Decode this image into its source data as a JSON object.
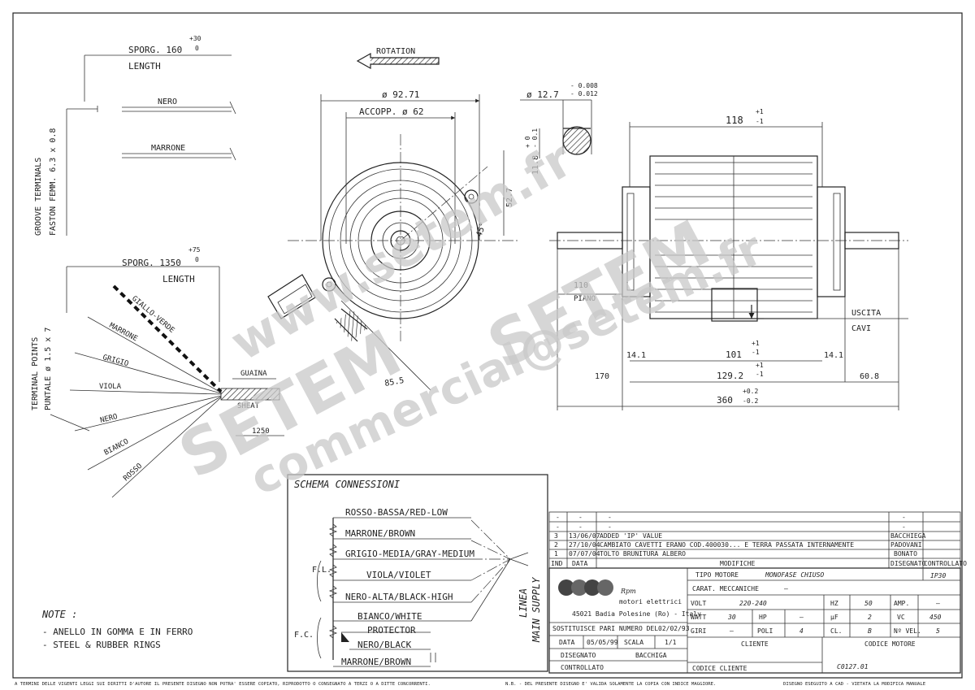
{
  "wire_group_top": {
    "sporg": "SPORG. 160",
    "tol_plus": "+30",
    "tol_minus": "0",
    "length": "LENGTH",
    "wires": [
      "NERO",
      "MARRONE"
    ],
    "groove": "GROOVE TERMINALS",
    "faston": "FASTON FEMM. 6.3 x 0.8"
  },
  "wire_group_main": {
    "sporg": "SPORG. 1350",
    "tol_plus": "+75",
    "tol_minus": "0",
    "length": "LENGTH",
    "terminal": "TERMINAL POINTS",
    "puntale": "PUNTALE ø 1.5 x 7",
    "wires": [
      "GIALLO-VERDE",
      "MARRONE",
      "GRIGIO",
      "VIOLA",
      "NERO",
      "BIANCO",
      "ROSSO"
    ],
    "guaina": "GUAINA",
    "sheat": "SHEAT",
    "len_1250": "1250"
  },
  "front_view": {
    "rotation": "ROTATION",
    "dia_9271": "ø 92.71",
    "accopp": "ACCOPP. ø 62",
    "dim_527": "52.7",
    "dim_45": "45°",
    "dim_855": "85.5"
  },
  "shaft_detail": {
    "dia": "ø 12.7",
    "tol_a": "- 0.008",
    "tol_b": "- 0.012",
    "flat": "11.8",
    "flat_tol_a": "+ 0",
    "flat_tol_b": "- 0.1"
  },
  "side_view": {
    "d118": "118",
    "d118_tol_a": "+1",
    "d118_tol_b": "-1",
    "d110": "110",
    "piano": "PIANO",
    "uscita": "USCITA",
    "cavi": "CAVI",
    "d101": "101",
    "d101_tol_a": "+1",
    "d101_tol_b": "-1",
    "d141_left": "14.1",
    "d141_right": "14.1",
    "d1292": "129.2",
    "d1292_tol_a": "+1",
    "d1292_tol_b": "-1",
    "d170": "170",
    "d608": "60.8",
    "d360": "360",
    "d360_tol_a": "+0.2",
    "d360_tol_b": "-0.2"
  },
  "schema": {
    "title": "SCHEMA CONNESSIONI",
    "wires": [
      "ROSSO-BASSA/RED-LOW",
      "MARRONE/BROWN",
      "GRIGIO-MEDIA/GRAY-MEDIUM",
      "VIOLA/VIOLET",
      "NERO-ALTA/BLACK-HIGH",
      "BIANCO/WHITE",
      "PROTECTOR",
      "NERO/BLACK",
      "MARRONE/BROWN"
    ],
    "fl": "F.L.",
    "fc": "F.C.",
    "linea": "LINEA",
    "main_supply": "MAIN SUPPLY"
  },
  "note": {
    "title": "NOTE :",
    "lines": [
      "- ANELLO IN GOMMA E IN FERRO",
      "- STEEL & RUBBER RINGS"
    ]
  },
  "revisions": {
    "rows": [
      {
        "ind": "-",
        "date": "-",
        "desc": "-",
        "drawn": "-",
        "checked": ""
      },
      {
        "ind": "-",
        "date": "-",
        "desc": "-",
        "drawn": "-",
        "checked": ""
      },
      {
        "ind": "3",
        "date": "13/06/07",
        "desc": "ADDED 'IP' VALUE",
        "drawn": "BACCHIEGA",
        "checked": ""
      },
      {
        "ind": "2",
        "date": "27/10/04",
        "desc": "CAMBIATO CAVETTI ERANO COD.400030... E TERRA PASSATA INTERNAMENTE",
        "drawn": "PADOVANI",
        "checked": ""
      },
      {
        "ind": "1",
        "date": "07/07/04",
        "desc": "TOLTO BRUNITURA ALBERO",
        "drawn": "BONATO",
        "checked": ""
      }
    ],
    "header": {
      "ind": "IND",
      "date": "DATA",
      "desc": "MODIFICHE",
      "drawn": "DISEGNATO",
      "checked": "CONTROLLATO"
    }
  },
  "titleblock": {
    "brand": "Rpm",
    "brand_sub": "motori elettrici",
    "address": "45021 Badia Polesine (Ro) - Italy",
    "sostituisce": "SOSTITUISCE PARI NUMERO DEL",
    "sost_date": "02/02/93",
    "data_label": "DATA",
    "data_val": "05/05/99",
    "scala_label": "SCALA",
    "scala_val": "1/1",
    "disegnato_label": "DISEGNATO",
    "disegnato_val": "BACCHIGA",
    "controllato_label": "CONTROLLATO",
    "tipo_label": "TIPO MOTORE",
    "tipo_val": "MONOFASE CHIUSO",
    "ip": "IP30",
    "carat_label": "CARAT. MECCANICHE",
    "carat_val": "—",
    "volt_label": "VOLT",
    "volt_val": "220-240",
    "hz_label": "HZ",
    "hz_val": "50",
    "amp_label": "AMP.",
    "amp_val": "—",
    "watt_label": "WATT",
    "watt_val": "30",
    "hp_label": "HP",
    "hp_val": "—",
    "uf_label": "µF",
    "uf_val": "2",
    "vc_label": "VC",
    "vc_val": "450",
    "giri_label": "GIRI",
    "giri_val": "—",
    "poli_label": "POLI",
    "poli_val": "4",
    "cl_label": "CL.",
    "cl_val": "B",
    "nvel_label": "Nº VEL.",
    "nvel_val": "5",
    "cliente_label": "CLIENTE",
    "codice_cliente_label": "CODICE CLIENTE",
    "codice_motore_label": "CODICE MOTORE",
    "codice_motore_val": "C0127.01"
  },
  "footer": {
    "left": "A TERMINI DELLE VIGENTI LEGGI SUI DIRITTI D'AUTORE IL PRESENTE DISEGNO NON POTRA' ESSERE COPIATO, RIPRODOTTO O CONSEGNATO A TERZI O A DITTE CONCORRENTI.",
    "mid": "N.B. - DEL PRESENTE DISEGNO E' VALIDA SOLAMENTE LA COPIA CON INDICE MAGGIORE.",
    "right": "DISEGNO ESEGUITO A CAD - VIETATA LA MODIFICA MANUALE"
  },
  "watermark": {
    "site": "www.setem.fr",
    "brand": "SETEM",
    "email": "commercial@setem.fr"
  }
}
